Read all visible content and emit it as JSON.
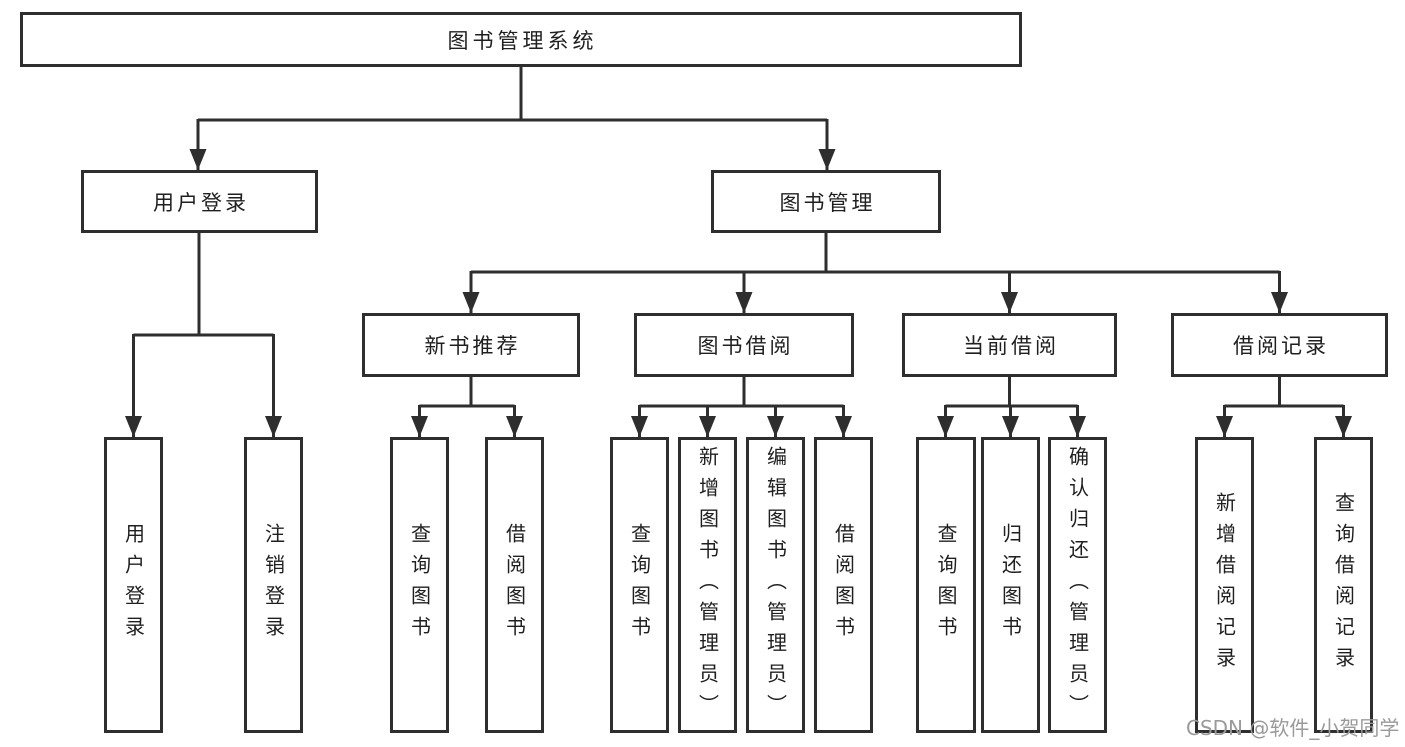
{
  "title": "图书管理系统",
  "colors": {
    "line": "#2e2e2e",
    "text": "#1f1f1f",
    "watermark": "#9a9a9a",
    "background": "#ffffff"
  },
  "tree": {
    "root": "图书管理系统",
    "branches": [
      {
        "label": "用户登录",
        "children": [
          "用户登录",
          "注销登录"
        ]
      },
      {
        "label": "图书管理",
        "sections": [
          {
            "label": "新书推荐",
            "children": [
              "查询图书",
              "借阅图书"
            ]
          },
          {
            "label": "图书借阅",
            "children": [
              "查询图书",
              "新增图书（管理员）",
              "编辑图书（管理员）",
              "借阅图书"
            ]
          },
          {
            "label": "当前借阅",
            "children": [
              "查询图书",
              "归还图书",
              "确认归还（管理员）"
            ]
          },
          {
            "label": "借阅记录",
            "children": [
              "新增借阅记录",
              "查询借阅记录"
            ]
          }
        ]
      }
    ]
  },
  "watermark": "CSDN @软件_小贺同学"
}
